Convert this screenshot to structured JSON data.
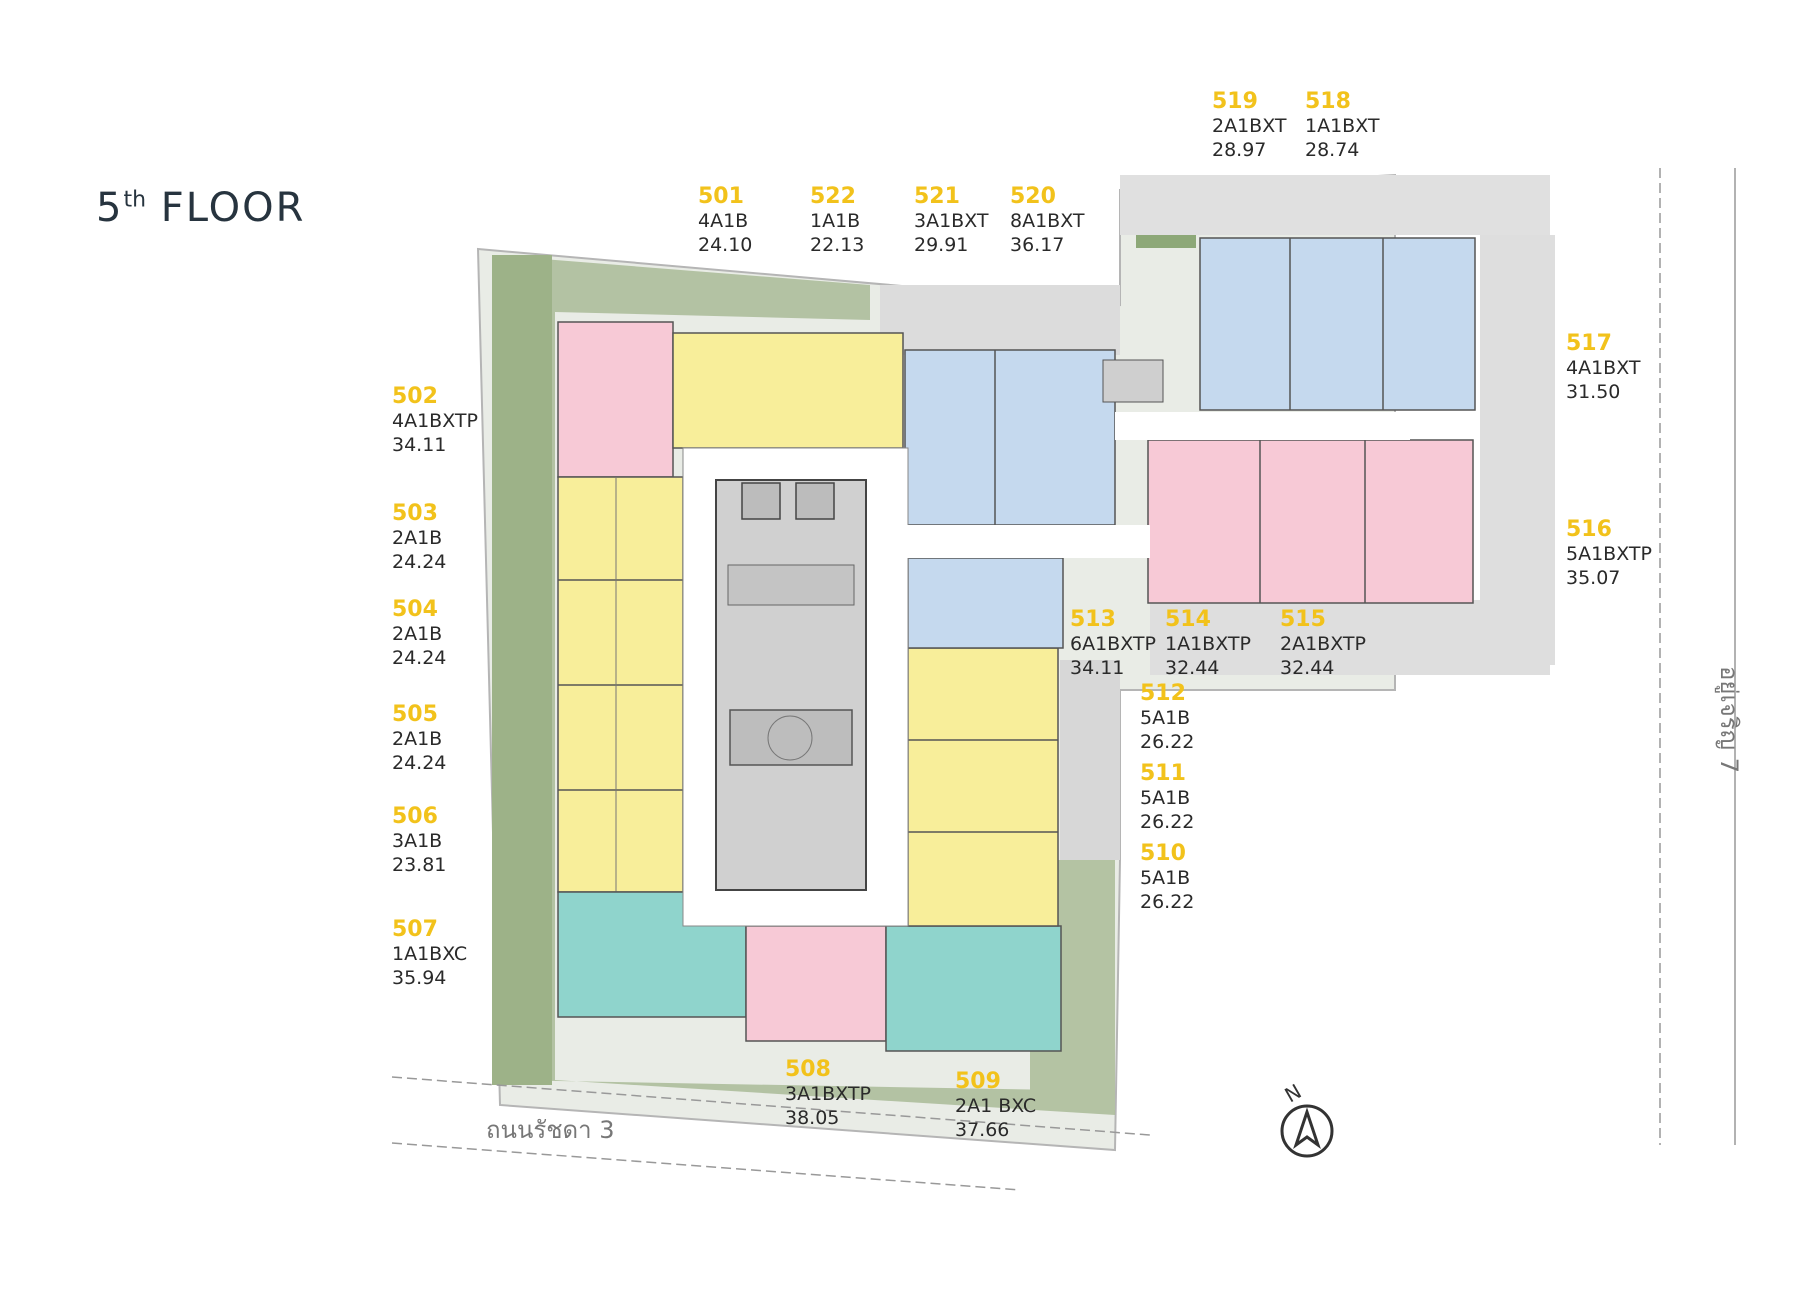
{
  "title": {
    "main": "5",
    "sup": "th",
    "rest": " FLOOR"
  },
  "units": [
    {
      "num": "501",
      "type": "4A1B",
      "area": "24.10"
    },
    {
      "num": "522",
      "type": "1A1B",
      "area": "22.13"
    },
    {
      "num": "521",
      "type": "3A1BXT",
      "area": "29.91"
    },
    {
      "num": "520",
      "type": "8A1BXT",
      "area": "36.17"
    },
    {
      "num": "519",
      "type": "2A1BXT",
      "area": "28.97"
    },
    {
      "num": "518",
      "type": "1A1BXT",
      "area": "28.74"
    },
    {
      "num": "517",
      "type": "4A1BXT",
      "area": "31.50"
    },
    {
      "num": "516",
      "type": "5A1BXTP",
      "area": "35.07"
    },
    {
      "num": "515",
      "type": "2A1BXTP",
      "area": "32.44"
    },
    {
      "num": "514",
      "type": "1A1BXTP",
      "area": "32.44"
    },
    {
      "num": "513",
      "type": "6A1BXTP",
      "area": "34.11"
    },
    {
      "num": "512",
      "type": "5A1B",
      "area": "26.22"
    },
    {
      "num": "511",
      "type": "5A1B",
      "area": "26.22"
    },
    {
      "num": "510",
      "type": "5A1B",
      "area": "26.22"
    },
    {
      "num": "509",
      "type": "2A1 BXC",
      "area": "37.66"
    },
    {
      "num": "508",
      "type": "3A1BXTP",
      "area": "38.05"
    },
    {
      "num": "507",
      "type": "1A1BXC",
      "area": "35.94"
    },
    {
      "num": "506",
      "type": "3A1B",
      "area": "23.81"
    },
    {
      "num": "505",
      "type": "2A1B",
      "area": "24.24"
    },
    {
      "num": "504",
      "type": "2A1B",
      "area": "24.24"
    },
    {
      "num": "503",
      "type": "2A1B",
      "area": "24.24"
    },
    {
      "num": "502",
      "type": "4A1BXTP",
      "area": "34.11"
    }
  ],
  "roads": {
    "bottom": "ถนนรัชดา 3",
    "right": "อยู่เจริญ 7"
  },
  "compass": {
    "letter": "N"
  },
  "colors": {
    "pink": "#f7c9d6",
    "yellow": "#f8ee9a",
    "blue": "#c5d9ee",
    "teal": "#8fd4cc",
    "green": "#9fb589",
    "gray": "#d9d9d9",
    "wall": "#2b2b2b",
    "label": "#f2c21b"
  }
}
